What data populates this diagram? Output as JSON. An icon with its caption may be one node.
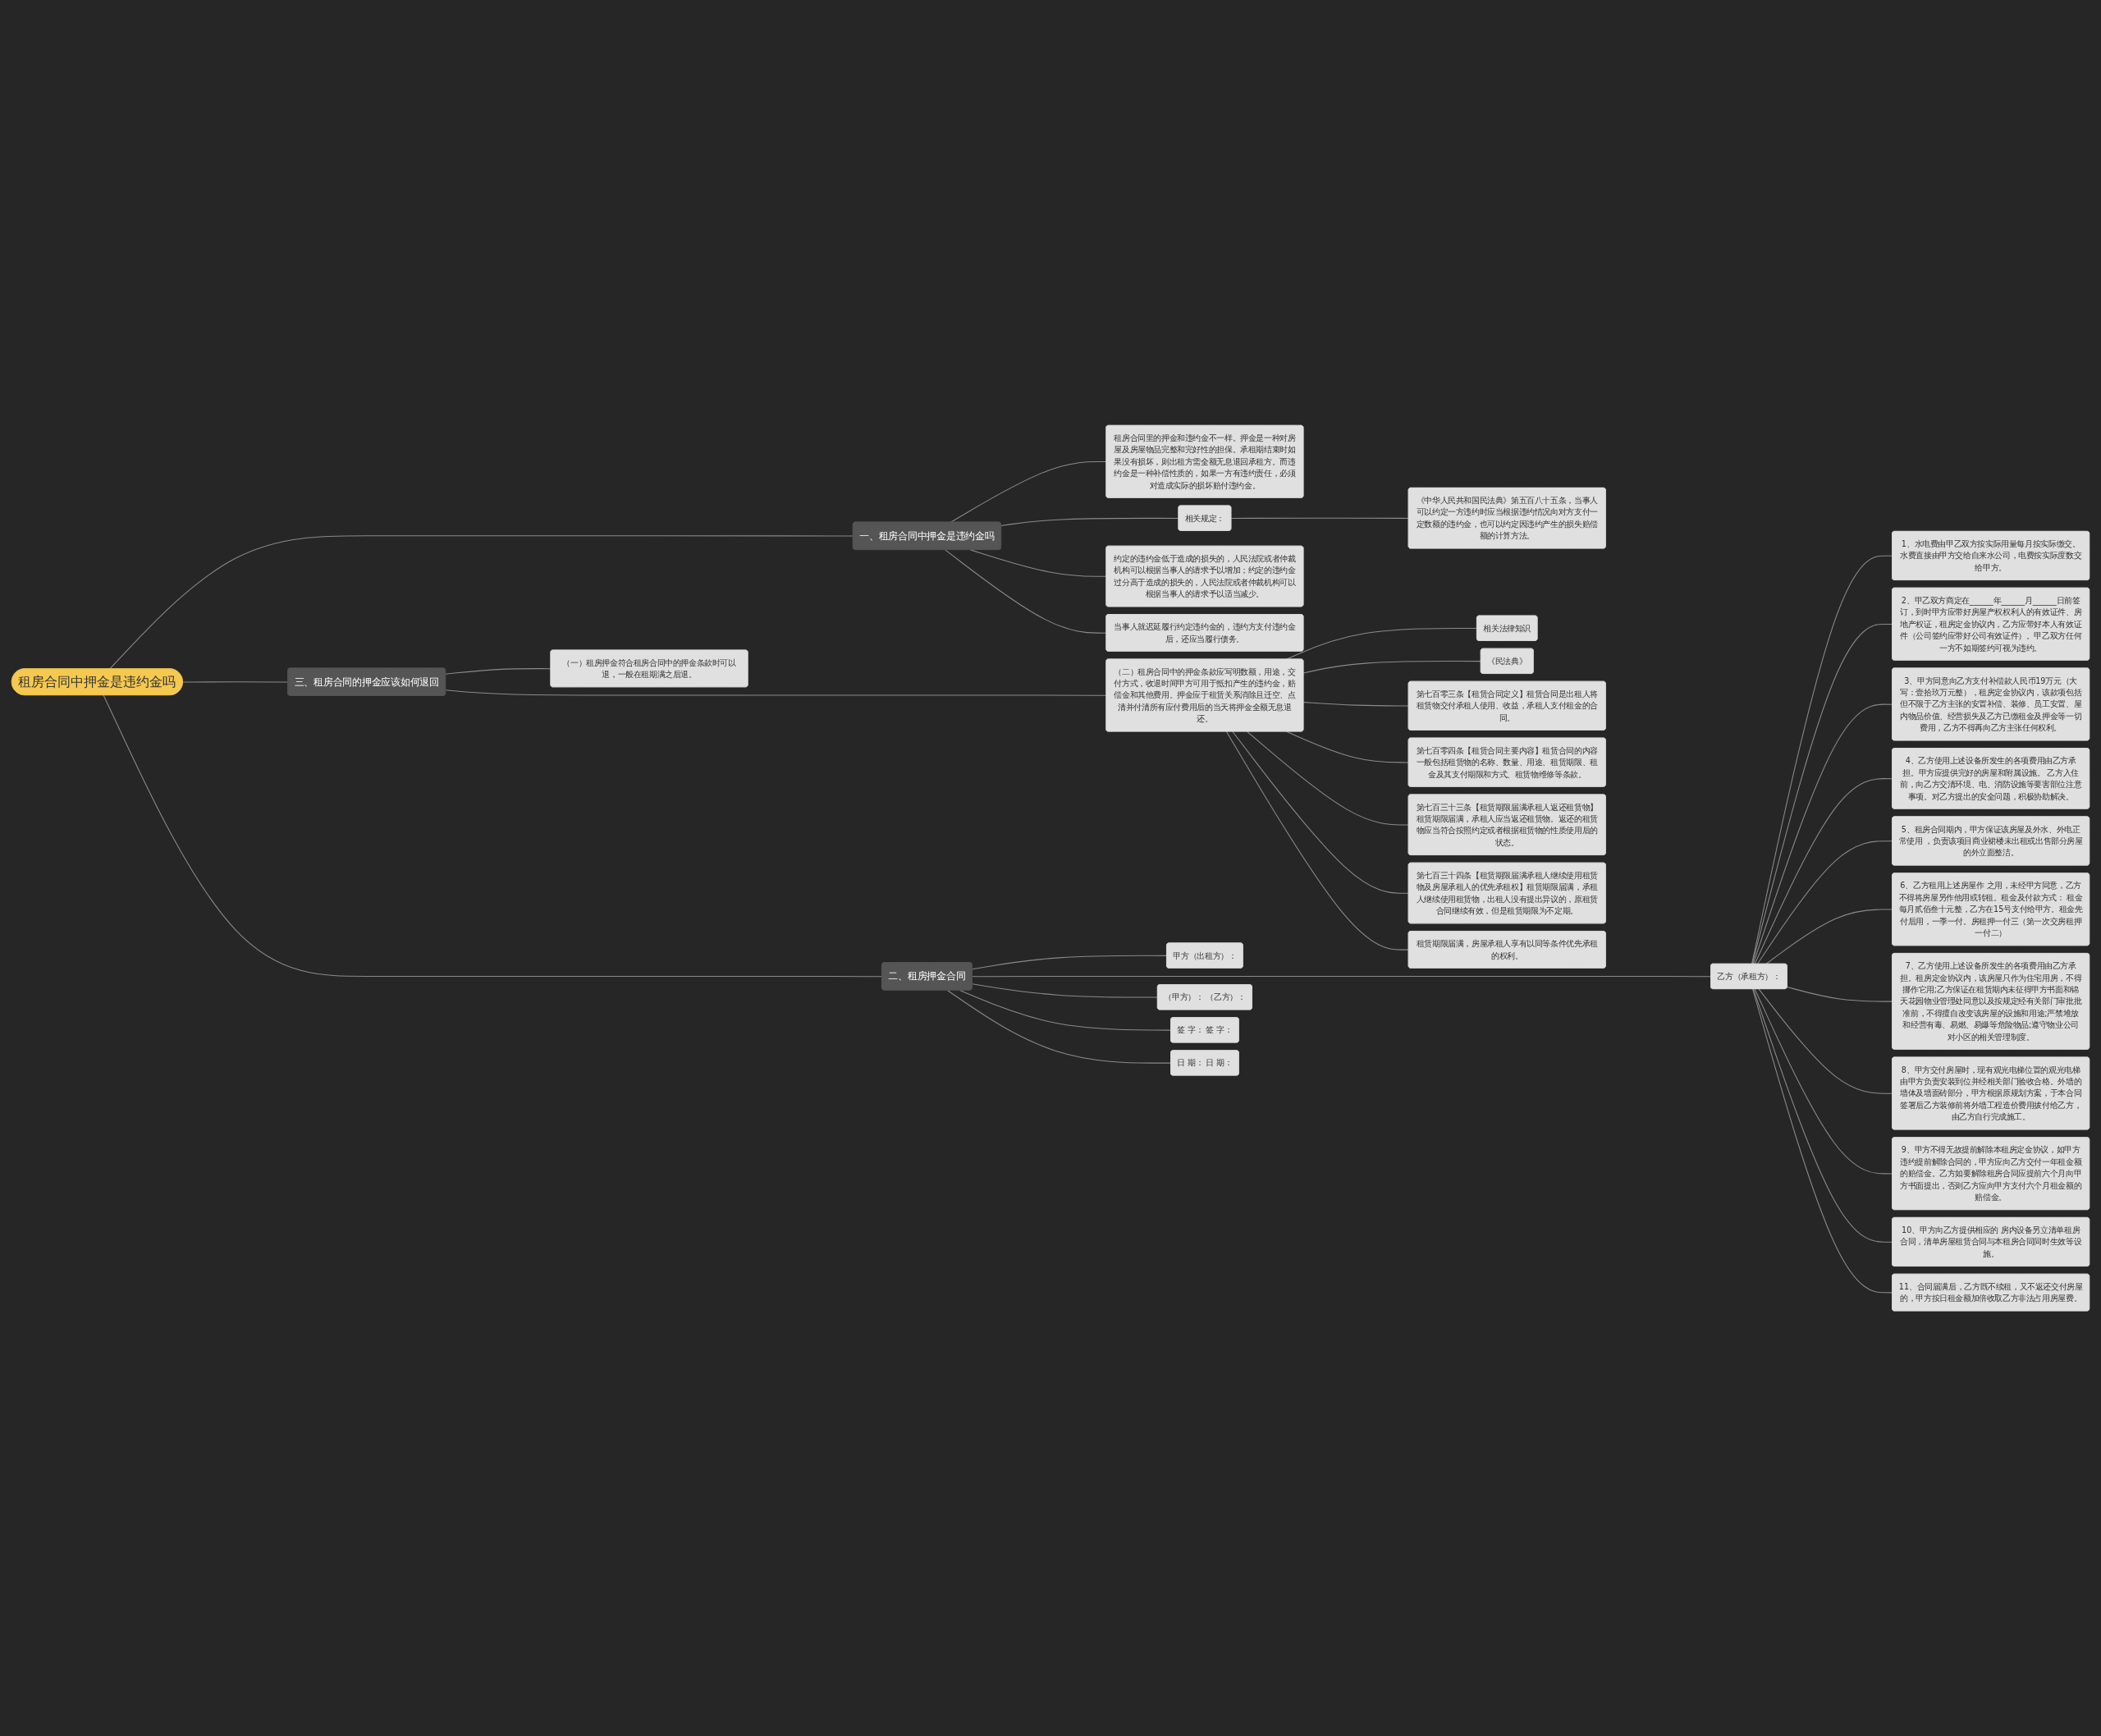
{
  "diagram": {
    "nodes": [
      {
        "text": [
          "租房合同中押金是违约金吗"
        ]
      },
      {
        "text": [
          "一、租房合同中押金是违约金吗"
        ]
      },
      {
        "text": [
          "租房合同里的押金和违约金不一样。押金是一种对房屋及房屋物品完整和完好性的担保。承租期结束时如果没有损坏，则出租方需全额无息退回承租方。而违约金是一种补偿性质的，如果一方有违约责任，必须对造成实际的损坏赔付违约金。"
        ]
      },
      {
        "text": [
          "相关规定："
        ]
      },
      {
        "text": [
          "《中华人民共和国民法典》第五百八十五条，当事人可以约定一方违约时应当根据违约情况向对方支付一定数额的违约金，也可以约定因违约产生的损失赔偿额的计算方法。"
        ]
      },
      {
        "text": [
          "约定的违约金低于造成的损失的，人民法院或者仲裁机构可以根据当事人的请求予以增加；约定的违约金过分高于造成的损失的，人民法院或者仲裁机构可以根据当事人的请求予以适当减少。"
        ]
      },
      {
        "text": [
          "当事人就迟延履行约定违约金的，违约方支付违约金后，还应当履行债务。"
        ]
      },
      {
        "text": [
          "三、租房合同的押金应该如何退回"
        ]
      },
      {
        "text": [
          "（一）租房押金符合租房合同中的押金条款时可以退，一般在租期满之后退。"
        ]
      },
      {
        "text": [
          "（二）租房合同中的押金条款应写明数额，用途，交付方式，收退时间甲方可用于抵扣产生的违约金，赔偿金和其他费用。押金应于租赁关系消除且迁空、点清并付清所有应付费用后的当天将押金全额无息退还。"
        ]
      },
      {
        "text": [
          "相关法律知识"
        ]
      },
      {
        "text": [
          "《民法典》"
        ]
      },
      {
        "text": [
          "第七百零三条【租赁合同定义】租赁合同是出租人将租赁物交付承租人使用、收益，承租人支付租金的合同。"
        ]
      },
      {
        "text": [
          "第七百零四条【租赁合同主要内容】租赁合同的内容一般包括租赁物的名称、数量、用途、租赁期限、租金及其支付期限和方式、租赁物维修等条款。"
        ]
      },
      {
        "text": [
          "第七百三十三条【租赁期限届满承租人返还租赁物】租赁期限届满，承租人应当返还租赁物。返还的租赁物应当符合按照约定或者根据租赁物的性质使用后的状态。"
        ]
      },
      {
        "text": [
          "第七百三十四条【租赁期限届满承租人继续使用租赁物及房屋承租人的优先承租权】租赁期限届满，承租人继续使用租赁物，出租人没有提出异议的，原租赁合同继续有效，但是租赁期限为不定期。"
        ]
      },
      {
        "text": [
          "租赁期限届满，房屋承租人享有以同等条件优先承租的权利。"
        ]
      },
      {
        "text": [
          "二、租房押金合同"
        ]
      },
      {
        "text": [
          "甲方（出租方）："
        ]
      },
      {
        "text": [
          "乙方（承租方）："
        ]
      },
      {
        "text": [
          "1、水电费由甲乙双方按实际用量每月按实际缴交。水费直接由甲方交给自来水公司，电费按实际度数交给甲方。"
        ]
      },
      {
        "text": [
          "2、甲乙双方商定在______年______月______日前签订，到时甲方应带好房屋产权权利人的有效证件、房地产权证，租房定金协议内，乙方应带好本人有效证件（公司签约应带好公司有效证件）。甲乙双方任何一方不如期签约可视为违约。"
        ]
      },
      {
        "text": [
          "3、甲方同意向乙方支付补偿款人民币19万元（大写：壹拾玖万元整），租房定金协议内，该款项包括但不限于乙方主张的安置补偿、装修、员工安置、屋内物品价值、经营损失及乙方已缴租金及押金等一切费用，乙方不得再向乙方主张任何权利。"
        ]
      },
      {
        "text": [
          "4、乙方使用上述设备所发生的各项费用由乙方承担。甲方应提供完好的房屋和附属设施。 乙方入住前，向乙方交清环境、电、消防设施等要害部位注意事项。对乙方提出的安全问题，积极协助解决。"
        ]
      },
      {
        "text": [
          "5、租房合同期内，甲方保证该房屋及外水、外电正常使用 ，负责该项目商业裙楼未出租或出售部分房屋的外立面整洁。"
        ]
      },
      {
        "text": [
          "6、乙方租用上述房屋作 之用，未经甲方同意，乙方不得将房屋另作他用或转租。租金及付款方式： 租金每月贰佰叁十元整，乙方在15号支付给甲方。租金先付后用，一季一付。房租押一付三（第一次交房租押一付二）"
        ]
      },
      {
        "text": [
          "7、乙方使用上述设备所发生的各项费用由乙方承担。租房定金协议内，该房屋只作为住宅用房，不得挪作它用;乙方保证在租赁期内未征得甲方书面和锦天花园物业管理处同意以及按规定经有关部门审批批准前，不得擅自改变该房屋的设施和用途;严禁堆放和经营有毒、易燃、易爆等危险物品;遵守物业公司对小区的相关管理制度。"
        ]
      },
      {
        "text": [
          "8、甲方交付房屋时，现有观光电梯位置的观光电梯由甲方负责安装到位并经相关部门验收合格。外墙的墙体及墙面砖部分，甲方根据原规划方案，于本合同签署后乙方装修前将外墙工程造价费用拔付给乙方，由乙方自行完成施工。"
        ]
      },
      {
        "text": [
          "9、甲方不得无故提前解除本租房定金协议，如甲方违约提前解除合同的，甲方应向乙方交付一年租金额的赔偿金。乙方如要解除租房合同应提前六个月向甲方书面提出，否则乙方应向甲方支付六个月租金额的赔偿金。"
        ]
      },
      {
        "text": [
          "10、甲方向乙方提供相应的 房内设备另立清单租房合同，清单房屋租赁合同与本租房合同同时生效等设施。"
        ]
      },
      {
        "text": [
          "11、合同届满后，乙方既不续租，又不返还交付房屋的，甲方按日租金额加倍收取乙方非法占用房屋费。"
        ]
      },
      {
        "text": [
          "（甲方）： （乙方）："
        ]
      },
      {
        "text": [
          "签 字： 签 字："
        ]
      },
      {
        "text": [
          "日 期： 日 期："
        ]
      }
    ],
    "edges": [
      {
        "from": 0,
        "to": 1,
        "arrow": "none"
      },
      {
        "from": 1,
        "to": 2,
        "arrow": "none"
      },
      {
        "from": 1,
        "to": 3,
        "arrow": "none"
      },
      {
        "from": 3,
        "to": 4,
        "arrow": "none"
      },
      {
        "from": 1,
        "to": 5,
        "arrow": "none"
      },
      {
        "from": 1,
        "to": 6,
        "arrow": "none"
      },
      {
        "from": 0,
        "to": 7,
        "arrow": "none"
      },
      {
        "from": 7,
        "to": 8,
        "arrow": "none"
      },
      {
        "from": 7,
        "to": 9,
        "arrow": "none"
      },
      {
        "from": 9,
        "to": 10,
        "arrow": "none"
      },
      {
        "from": 9,
        "to": 11,
        "arrow": "none"
      },
      {
        "from": 9,
        "to": 12,
        "arrow": "none"
      },
      {
        "from": 9,
        "to": 13,
        "arrow": "none"
      },
      {
        "from": 9,
        "to": 14,
        "arrow": "none"
      },
      {
        "from": 9,
        "to": 15,
        "arrow": "none"
      },
      {
        "from": 9,
        "to": 16,
        "arrow": "none"
      },
      {
        "from": 0,
        "to": 17,
        "arrow": "none"
      },
      {
        "from": 17,
        "to": 18,
        "arrow": "none"
      },
      {
        "from": 17,
        "to": 19,
        "arrow": "none"
      },
      {
        "from": 19,
        "to": 20,
        "arrow": "none"
      },
      {
        "from": 19,
        "to": 21,
        "arrow": "none"
      },
      {
        "from": 19,
        "to": 22,
        "arrow": "none"
      },
      {
        "from": 19,
        "to": 23,
        "arrow": "none"
      },
      {
        "from": 19,
        "to": 24,
        "arrow": "none"
      },
      {
        "from": 19,
        "to": 25,
        "arrow": "none"
      },
      {
        "from": 19,
        "to": 26,
        "arrow": "none"
      },
      {
        "from": 19,
        "to": 27,
        "arrow": "none"
      },
      {
        "from": 19,
        "to": 28,
        "arrow": "none"
      },
      {
        "from": 19,
        "to": 29,
        "arrow": "none"
      },
      {
        "from": 19,
        "to": 30,
        "arrow": "none"
      },
      {
        "from": 17,
        "to": 31,
        "arrow": "none"
      },
      {
        "from": 17,
        "to": 32,
        "arrow": "none"
      },
      {
        "from": 17,
        "to": 33,
        "arrow": "none"
      }
    ]
  }
}
